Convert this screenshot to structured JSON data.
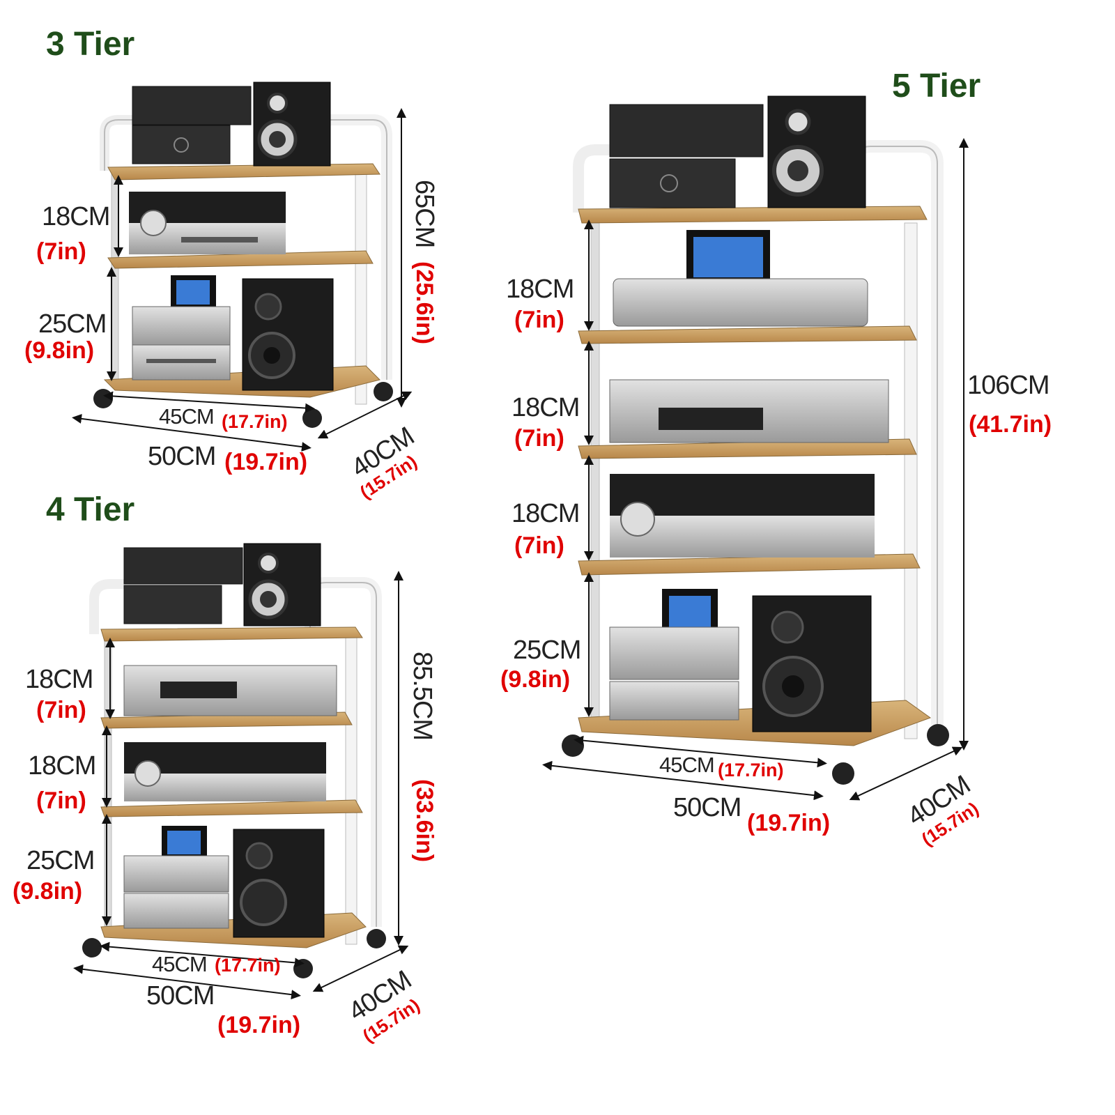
{
  "colors": {
    "title": "#1f4d1a",
    "metric": "#222222",
    "imperial": "#e00000",
    "wood": "#c9a66b",
    "frame": "#f4f4f4"
  },
  "tier3": {
    "title": "3 Tier",
    "gap1_cm": "18CM",
    "gap1_in": "(7in)",
    "gap2_cm": "25CM",
    "gap2_in": "(9.8in)",
    "height_cm": "65CM",
    "height_in": "(25.6in)",
    "inner_width_cm": "45CM",
    "inner_width_in": "(17.7in)",
    "width_cm": "50CM",
    "width_in": "(19.7in)",
    "depth_cm": "40CM",
    "depth_in": "(15.7in)"
  },
  "tier4": {
    "title": "4 Tier",
    "gap1_cm": "18CM",
    "gap1_in": "(7in)",
    "gap2_cm": "18CM",
    "gap2_in": "(7in)",
    "gap3_cm": "25CM",
    "gap3_in": "(9.8in)",
    "height_cm": "85.5CM",
    "height_in": "(33.6in)",
    "inner_width_cm": "45CM",
    "inner_width_in": "(17.7in)",
    "width_cm": "50CM",
    "width_in": "(19.7in)",
    "depth_cm": "40CM",
    "depth_in": "(15.7in)"
  },
  "tier5": {
    "title": "5 Tier",
    "gap1_cm": "18CM",
    "gap1_in": "(7in)",
    "gap2_cm": "18CM",
    "gap2_in": "(7in)",
    "gap3_cm": "18CM",
    "gap3_in": "(7in)",
    "gap4_cm": "25CM",
    "gap4_in": "(9.8in)",
    "height_cm": "106CM",
    "height_in": "(41.7in)",
    "inner_width_cm": "45CM",
    "inner_width_in": "(17.7in)",
    "width_cm": "50CM",
    "width_in": "(19.7in)",
    "depth_cm": "40CM",
    "depth_in": "(15.7in)"
  }
}
